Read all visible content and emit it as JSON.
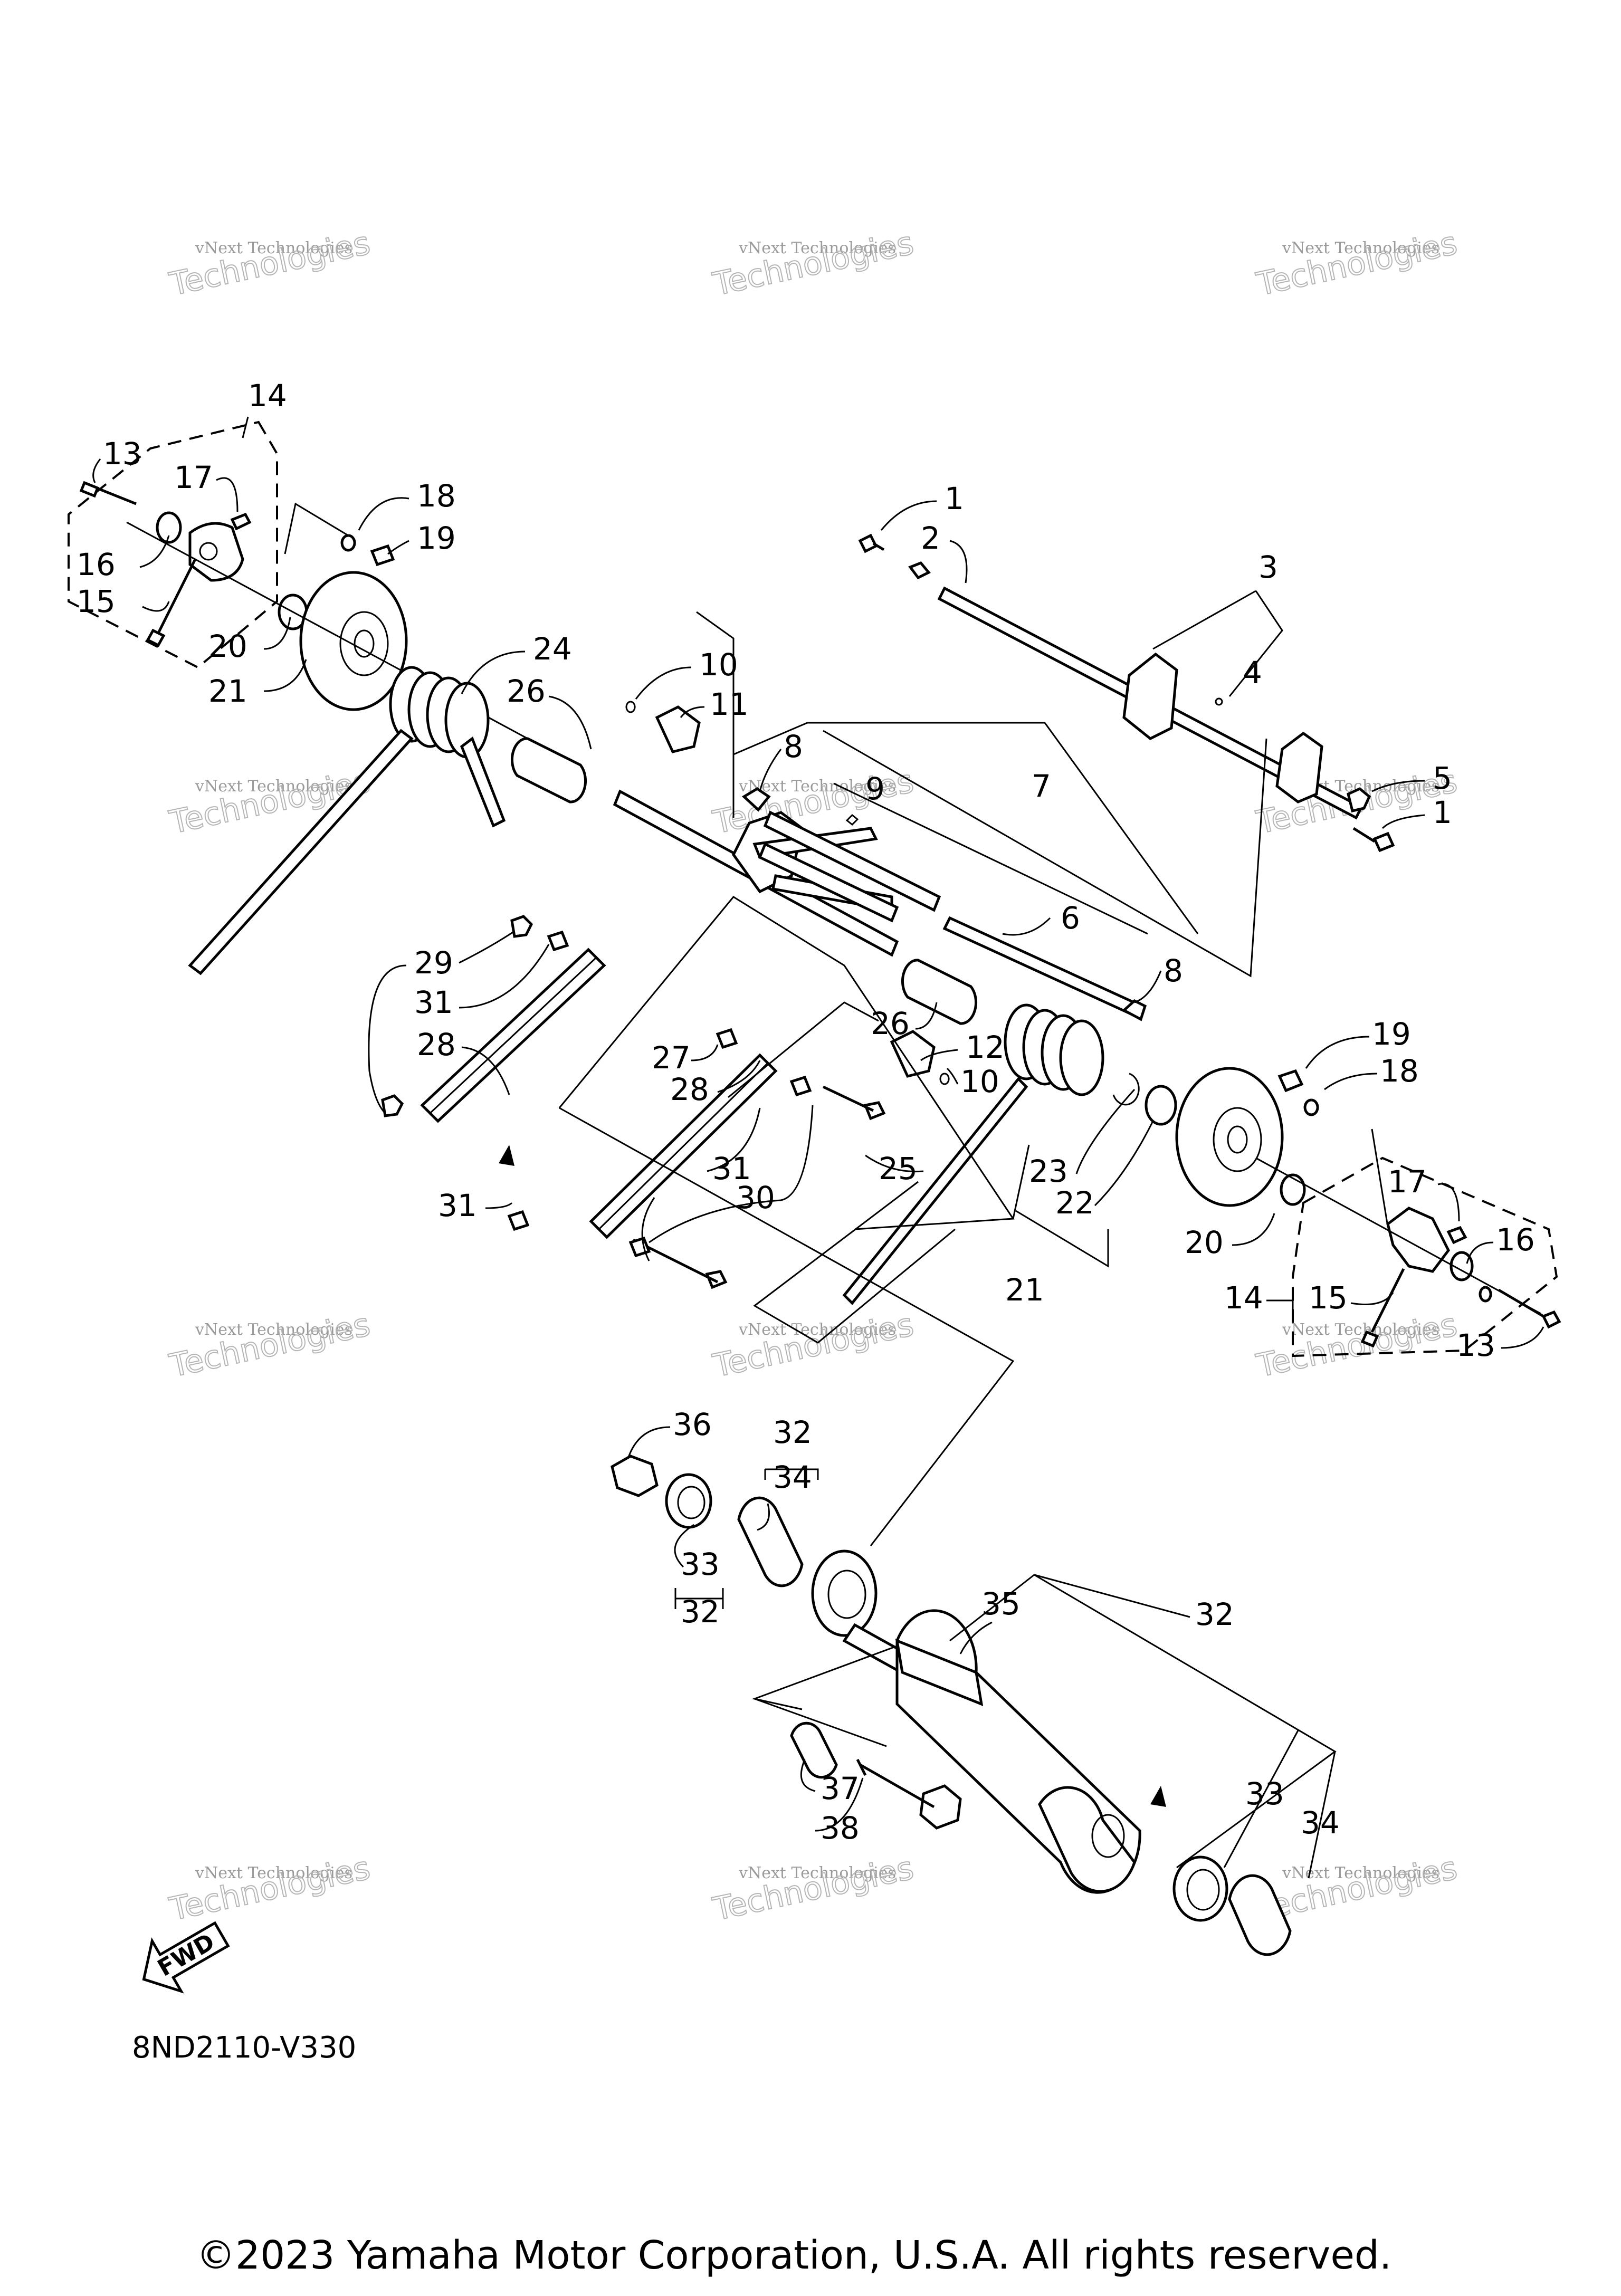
{
  "watermark": {
    "line1": "vNext Technologies",
    "line2": "vNext",
    "line3": "Technologies"
  },
  "diagram_code": "8ND2110-V330",
  "fwd_label": "FWD",
  "copyright": "©2023 Yamaha Motor Corporation, U.S.A. All rights reserved.",
  "callouts": {
    "c1a": "1",
    "c2": "2",
    "c3": "3",
    "c4": "4",
    "c5": "5",
    "c1b": "1",
    "c6": "6",
    "c7": "7",
    "c8a": "8",
    "c8b": "8",
    "c9": "9",
    "c10a": "10",
    "c11": "11",
    "c10b": "10",
    "c12": "12",
    "c13a": "13",
    "c14a": "14",
    "c15a": "15",
    "c16a": "16",
    "c17a": "17",
    "c18a": "18",
    "c19a": "19",
    "c20a": "20",
    "c21a": "21",
    "c24": "24",
    "c26a": "26",
    "c26b": "26",
    "c27": "27",
    "c28a": "28",
    "c28b": "28",
    "c29": "29",
    "c30": "30",
    "c31a": "31",
    "c31b": "31",
    "c31c": "31",
    "c25": "25",
    "c23": "23",
    "c22": "22",
    "c21b": "21",
    "c20b": "20",
    "c19b": "19",
    "c18b": "18",
    "c17b": "17",
    "c16b": "16",
    "c15b": "15",
    "c14b": "14",
    "c13b": "13",
    "c36": "36",
    "c32a": "32",
    "c34a": "34",
    "c33a": "33",
    "c32b": "32",
    "c35": "35",
    "c32c": "32",
    "c33b": "33",
    "c34b": "34",
    "c37": "37",
    "c38": "38"
  }
}
